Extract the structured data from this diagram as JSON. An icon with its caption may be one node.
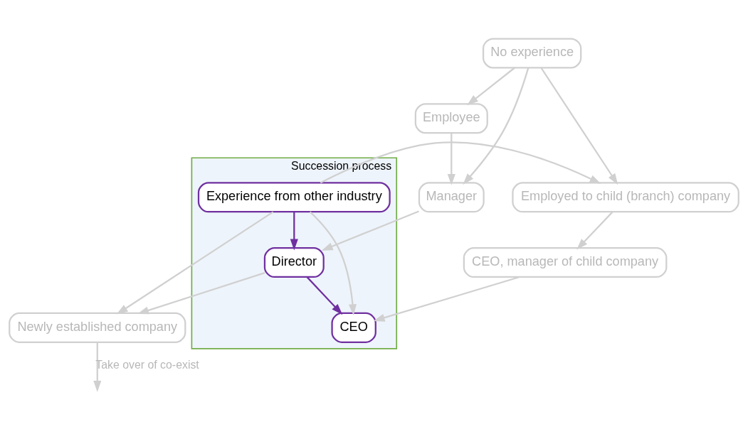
{
  "diagram": {
    "nodes": [
      {
        "text": [
          "Succession process"
        ]
      },
      {
        "text": [
          "No experience"
        ]
      },
      {
        "text": [
          "Experience from other industry"
        ],
        "in": 0
      },
      {
        "text": [
          "Employee"
        ]
      },
      {
        "text": [
          "Manager"
        ]
      },
      {
        "text": [
          "Director"
        ],
        "in": 0
      },
      {
        "text": [
          "CEO"
        ],
        "in": 0
      },
      {
        "text": [
          "Employed to child (branch) company"
        ]
      },
      {
        "text": [
          "CEO, manager of child company"
        ]
      },
      {
        "text": [
          "Newly established company"
        ]
      }
    ],
    "edges": [
      {
        "from": 1,
        "to": 3,
        "arrow": "to"
      },
      {
        "from": 1,
        "to": 4,
        "arrow": "to"
      },
      {
        "from": 1,
        "to": 7,
        "arrow": "to"
      },
      {
        "from": 3,
        "to": 4,
        "arrow": "to"
      },
      {
        "from": 4,
        "to": 5,
        "arrow": "to"
      },
      {
        "from": 2,
        "to": 5,
        "arrow": "to",
        "color": "#7030a0"
      },
      {
        "from": 2,
        "to": 6,
        "arrow": "to"
      },
      {
        "from": 2,
        "to": 7,
        "arrow": "to"
      },
      {
        "from": 2,
        "to": 9,
        "arrow": "to"
      },
      {
        "from": 5,
        "to": 6,
        "arrow": "to",
        "color": "#7030a0"
      },
      {
        "from": 5,
        "to": 9,
        "arrow": "to"
      },
      {
        "from": 7,
        "to": 8,
        "arrow": "to"
      },
      {
        "from": 8,
        "to": 6,
        "arrow": "to"
      },
      {
        "from": 9,
        "to": null,
        "arrow": "to",
        "label": "Take over of co-exist"
      }
    ]
  }
}
